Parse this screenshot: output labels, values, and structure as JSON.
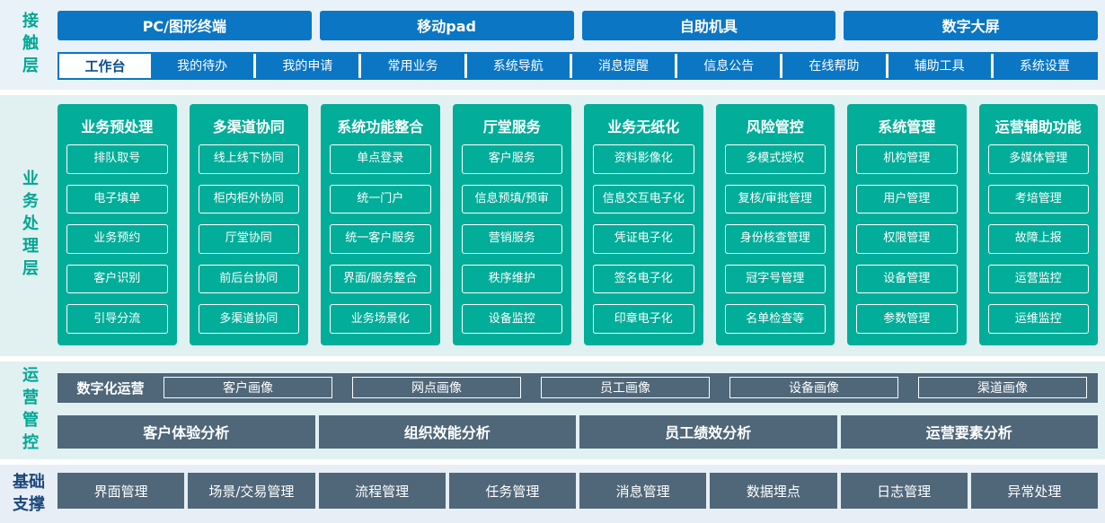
{
  "colors": {
    "blue": "#0b76c4",
    "teal": "#02ad99",
    "slate": "#4f6779",
    "label_teal": "#00a693",
    "label_navy": "#1a477c"
  },
  "contact": {
    "label": "接触层",
    "terminals": [
      "PC/图形终端",
      "移动pad",
      "自助机具",
      "数字大屏"
    ],
    "workbench": {
      "label": "工作台",
      "items": [
        "我的待办",
        "我的申请",
        "常用业务",
        "系统导航",
        "消息提醒",
        "信息公告",
        "在线帮助",
        "辅助工具",
        "系统设置"
      ]
    }
  },
  "business": {
    "label": "业务处理层",
    "columns": [
      {
        "title": "业务预处理",
        "items": [
          "排队取号",
          "电子填单",
          "业务预约",
          "客户识别",
          "引导分流"
        ]
      },
      {
        "title": "多渠道协同",
        "items": [
          "线上线下协同",
          "柜内柜外协同",
          "厅堂协同",
          "前后台协同",
          "多渠道协同"
        ]
      },
      {
        "title": "系统功能整合",
        "items": [
          "单点登录",
          "统一门户",
          "统一客户服务",
          "界面/服务整合",
          "业务场景化"
        ]
      },
      {
        "title": "厅堂服务",
        "items": [
          "客户服务",
          "信息预填/预审",
          "营销服务",
          "秩序维护",
          "设备监控"
        ]
      },
      {
        "title": "业务无纸化",
        "items": [
          "资料影像化",
          "信息交互电子化",
          "凭证电子化",
          "签名电子化",
          "印章电子化"
        ]
      },
      {
        "title": "风险管控",
        "items": [
          "多模式授权",
          "复核/审批管理",
          "身份核查管理",
          "冠字号管理",
          "名单检查等"
        ]
      },
      {
        "title": "系统管理",
        "items": [
          "机构管理",
          "用户管理",
          "权限管理",
          "设备管理",
          "参数管理"
        ]
      },
      {
        "title": "运营辅助功能",
        "items": [
          "多媒体管理",
          "考培管理",
          "故障上报",
          "运营监控",
          "运维监控"
        ]
      }
    ]
  },
  "operations": {
    "label": "运营管控",
    "digital": {
      "label": "数字化运营",
      "items": [
        "客户画像",
        "网点画像",
        "员工画像",
        "设备画像",
        "渠道画像"
      ]
    },
    "analysis": [
      "客户体验分析",
      "组织效能分析",
      "员工绩效分析",
      "运营要素分析"
    ]
  },
  "foundation": {
    "label": "基础支撑",
    "items": [
      "界面管理",
      "场景/交易管理",
      "流程管理",
      "任务管理",
      "消息管理",
      "数据埋点",
      "日志管理",
      "异常处理"
    ]
  }
}
